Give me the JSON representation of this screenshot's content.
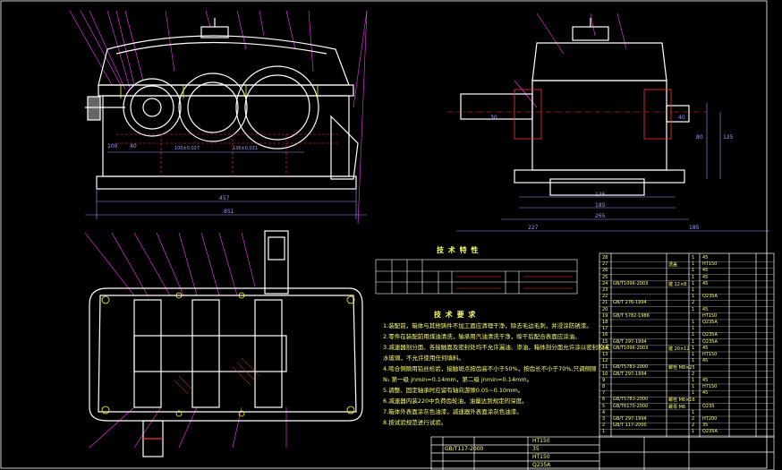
{
  "drawing": {
    "tech_table_title": "技 术 特 性",
    "tech_req_title": "技 术 要 求",
    "requirements": [
      "1.装配前，箱体与其他铸件不加工面应清理干净，除去毛边毛刺，并浸涂防锈漆。",
      "2.零件在装配前用煤油清洗，轴承用汽油清洗干净，晾干后配合表面应涂油。",
      "3.减速器剖分面、各接触面及密封处均不允许漏油、渗油，箱体剖分面允许涂以密封胶或",
      "  水玻璃，不允许使用任何填料。",
      "4.啮合侧隙用铅丝检验，接触斑点按齿高不小于50%，按齿长不小于70%,只调侧隙",
      "  N₁ 第一级 jnmin=0.14mm，第二级 jnmin=0.14mm。",
      "5.调整、固定轴承时应留有轴向游隙0.05~0.10mm。",
      "6.减速器内装220中负荷齿轮油，油量达到规定的深度。",
      "7.箱体外表面涂灰色油漆，减速器外表面涂灰色油漆。",
      "8.按试验规范进行试验。"
    ],
    "dims": {
      "front_total": "851",
      "front_inner": "457",
      "front_a": "100",
      "front_b": "40",
      "front_c": "100±0.027",
      "front_d": "136±0.031",
      "side_total": "265",
      "side_a": "185",
      "side_b": "136",
      "side_c": "30",
      "side_d": "40",
      "side_left": "227",
      "side_right": "185",
      "side_h1": "80",
      "side_h2": "125"
    },
    "bom": [
      {
        "no": "28",
        "code": "",
        "name": "",
        "qty": "1",
        "mat": "45"
      },
      {
        "no": "27",
        "code": "",
        "name": "透盖",
        "qty": "1",
        "mat": "HT150"
      },
      {
        "no": "26",
        "code": "",
        "name": "",
        "qty": "1",
        "mat": "45"
      },
      {
        "no": "25",
        "code": "",
        "name": "",
        "qty": "1",
        "mat": "45"
      },
      {
        "no": "24",
        "code": "GB/T1096-2003",
        "name": "键 12×8",
        "qty": "1",
        "mat": "45"
      },
      {
        "no": "23",
        "code": "",
        "name": "",
        "qty": "1",
        "mat": ""
      },
      {
        "no": "22",
        "code": "",
        "name": "",
        "qty": "1",
        "mat": "Q235A"
      },
      {
        "no": "21",
        "code": "GB/T 276-1994",
        "name": "",
        "qty": "2",
        "mat": ""
      },
      {
        "no": "20",
        "code": "",
        "name": "",
        "qty": "1",
        "mat": "45"
      },
      {
        "no": "19",
        "code": "GB/T 5782-1986",
        "name": "",
        "qty": "",
        "mat": "HT150"
      },
      {
        "no": "18",
        "code": "",
        "name": "",
        "qty": "1",
        "mat": "Q235A"
      },
      {
        "no": "17",
        "code": "",
        "name": "",
        "qty": "1",
        "mat": ""
      },
      {
        "no": "16",
        "code": "",
        "name": "",
        "qty": "1",
        "mat": "Q235A"
      },
      {
        "no": "15",
        "code": "GB/T 297-1994",
        "name": "",
        "qty": "1",
        "mat": "Q235A"
      },
      {
        "no": "14",
        "code": "GB/T1096-2003",
        "name": "键 20×12",
        "qty": "1",
        "mat": "45"
      },
      {
        "no": "13",
        "code": "",
        "name": "",
        "qty": "1",
        "mat": "HT150"
      },
      {
        "no": "12",
        "code": "",
        "name": "",
        "qty": "1",
        "mat": "45"
      },
      {
        "no": "11",
        "code": "GB/T5783-2000",
        "name": "螺栓 M8×25",
        "qty": "",
        "mat": ""
      },
      {
        "no": "10",
        "code": "GB/T 297-1994",
        "name": "",
        "qty": "2",
        "mat": ""
      },
      {
        "no": "9",
        "code": "",
        "name": "",
        "qty": "1",
        "mat": "45"
      },
      {
        "no": "8",
        "code": "",
        "name": "",
        "qty": "1",
        "mat": "HT150"
      },
      {
        "no": "7",
        "code": "",
        "name": "",
        "qty": "1",
        "mat": "45"
      },
      {
        "no": "6",
        "code": "GB/T5783-2000",
        "name": "螺栓 M6×16",
        "qty": "",
        "mat": ""
      },
      {
        "no": "5",
        "code": "GB/T6170-2000",
        "name": "螺母 M6",
        "qty": "",
        "mat": "Q235"
      },
      {
        "no": "4",
        "code": "",
        "name": "",
        "qty": "1",
        "mat": ""
      },
      {
        "no": "3",
        "code": "GB/T 297-1994",
        "name": "",
        "qty": "2",
        "mat": "HT200"
      },
      {
        "no": "2",
        "code": "GB/T 117-2000",
        "name": "",
        "qty": "2",
        "mat": "35"
      },
      {
        "no": "1",
        "code": "",
        "name": "",
        "qty": "1",
        "mat": "Q235A"
      }
    ],
    "title_rows": [
      {
        "code": "",
        "name": "",
        "qty": "",
        "mat": "HT150"
      },
      {
        "code": "GB/T117-2000",
        "name": "",
        "qty": "",
        "mat": "35"
      },
      {
        "code": "",
        "name": "",
        "qty": "",
        "mat": "HT150"
      },
      {
        "code": "",
        "name": "",
        "qty": "",
        "mat": "Q235A"
      }
    ]
  },
  "colors": {
    "background": "#000000",
    "outline": "#ffffff",
    "hidden": "#ff3333",
    "leader": "#ff33ff",
    "dimension": "#9999ff",
    "text": "#ffff66",
    "bolt": "#ffff00"
  }
}
